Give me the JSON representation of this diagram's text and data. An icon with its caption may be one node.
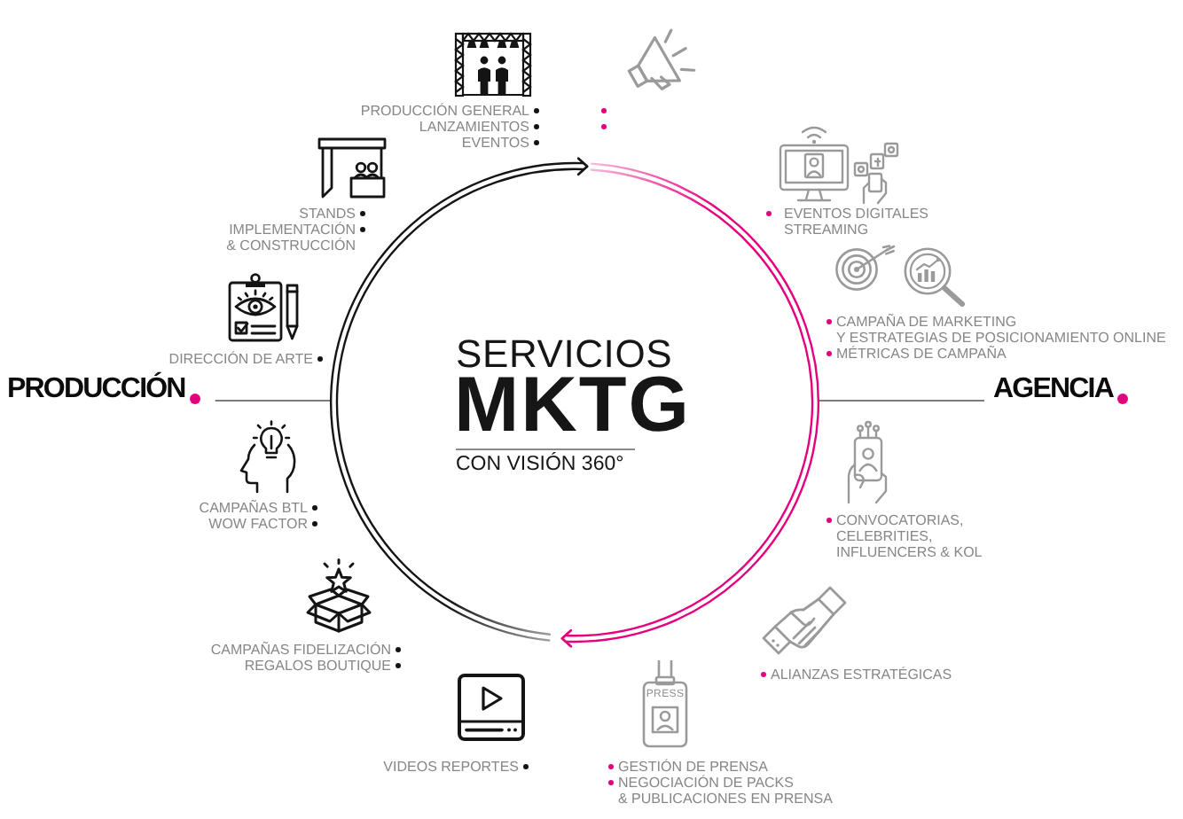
{
  "diagram": {
    "nodes": [
      {
        "text": [
          "SERVICIOS",
          "MKTG",
          "CON VISIÓN 360°"
        ]
      },
      {
        "text": [
          "PRODUCCIÓN"
        ]
      },
      {
        "text": [
          "AGENCIA"
        ]
      }
    ],
    "edges": [
      {
        "from": 1,
        "to": 0,
        "arrow": "none"
      },
      {
        "from": 0,
        "to": 2,
        "arrow": "none"
      }
    ],
    "labels": [
      "PRODUCCIÓN GENERAL",
      "LANZAMIENTOS",
      "EVENTOS",
      "STANDS",
      "IMPLEMENTACIÓN & CONSTRUCCIÓN",
      "EVENTOS DIGITALES STREAMING",
      "CAMPAÑA DE MARKETING Y ESTRATEGIAS DE POSICIONAMIENTO ONLINE",
      "MÉTRICAS DE CAMPAÑA",
      "DIRECCIÓN DE ARTE",
      "CAMPAÑAS BTL",
      "WOW FACTOR",
      "CONVOCATORIAS, CELEBRITIES, INFLUENCERS & KOL",
      "CAMPAÑAS FIDELIZACIÓN",
      "REGALOS BOUTIQUE",
      "ALIANZAS ESTRATÉGICAS",
      "PRESS",
      "VIDEOS REPORTES",
      "GESTIÓN DE PRENSA",
      "NEGOCIACIÓN DE PACKS & PUBLICACIONES EN PRENSA"
    ]
  }
}
